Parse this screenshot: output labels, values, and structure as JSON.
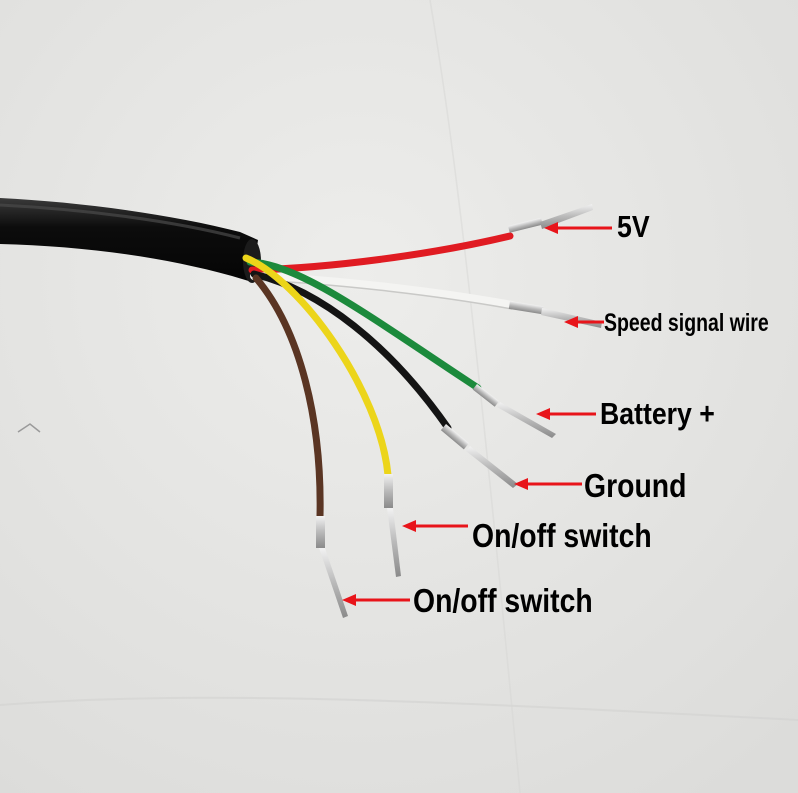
{
  "photo": {
    "colors": {
      "background": "#e6e6e4",
      "cable_jacket": "#0e0e0e",
      "wire_red": "#e01b22",
      "wire_white": "#f4f4f2",
      "wire_green": "#1c8a3c",
      "wire_black": "#141414",
      "wire_yellow": "#ecd51a",
      "wire_brown": "#5a3523",
      "arrow": "#e8141a"
    },
    "labels": [
      {
        "text": "5V",
        "wire": "red"
      },
      {
        "text": "Speed signal wire",
        "wire": "white"
      },
      {
        "text": "Battery +",
        "wire": "green"
      },
      {
        "text": "Ground",
        "wire": "black"
      },
      {
        "text": "On/off switch",
        "wire": "yellow"
      },
      {
        "text": "On/off switch",
        "wire": "brown"
      }
    ]
  }
}
